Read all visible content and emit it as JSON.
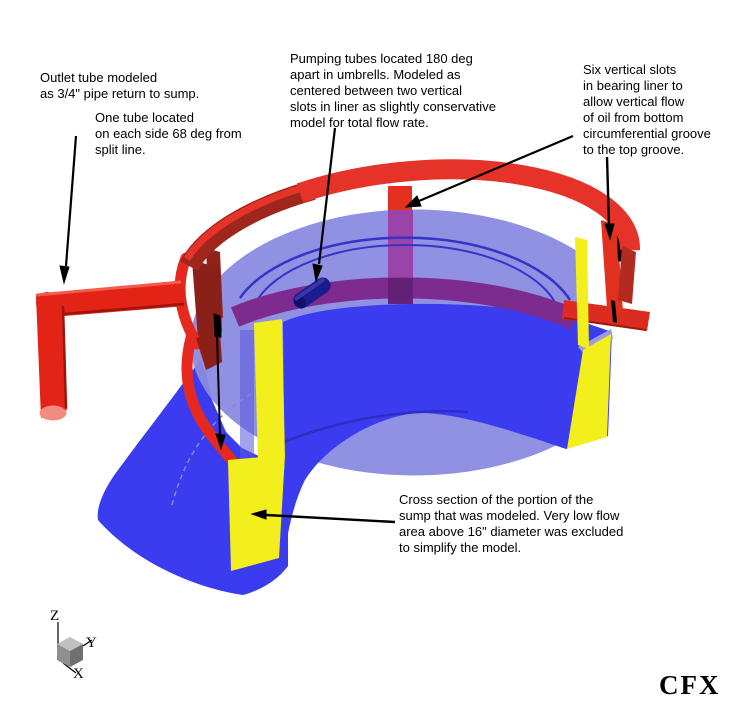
{
  "annotations": {
    "outlet_tube": "Outlet tube modeled\nas 3/4\" pipe return to sump.",
    "one_tube": "One tube located\non each side 68 deg from\nsplit line.",
    "pumping_tubes": "Pumping tubes located 180 deg\napart in umbrells.  Modeled as\ncentered between two vertical\nslots in liner as slightly conservative\nmodel for total flow rate.",
    "vertical_slots": "Six vertical slots\nin bearing liner to\nallow vertical flow\nof oil from bottom\ncircumferential groove\nto the top groove.",
    "cross_section": "Cross section of the portion of the\nsump that was modeled.  Very low flow\narea above 16\" diameter was excluded\nto simplify the model."
  },
  "axis_triad": {
    "z_label": "Z",
    "y_label": "Y",
    "x_label": "X"
  },
  "logo_text": "CFX",
  "colors": {
    "pipe_red": "#e42317",
    "ring_red_bright": "#e6332a",
    "ring_red_dark": "#9e261d",
    "maroon_shadow": "#8a2018",
    "groove_purple": "#7d2b8f",
    "slot_purple": "#9a43a8",
    "sump_wall_blue": "#3b3bf0",
    "sump_top_lavender": "#8b8be2",
    "cut_face_yellow": "#f2ef1d",
    "pumping_tube_navy": "#1b1b8e",
    "leader_black": "#000000"
  }
}
